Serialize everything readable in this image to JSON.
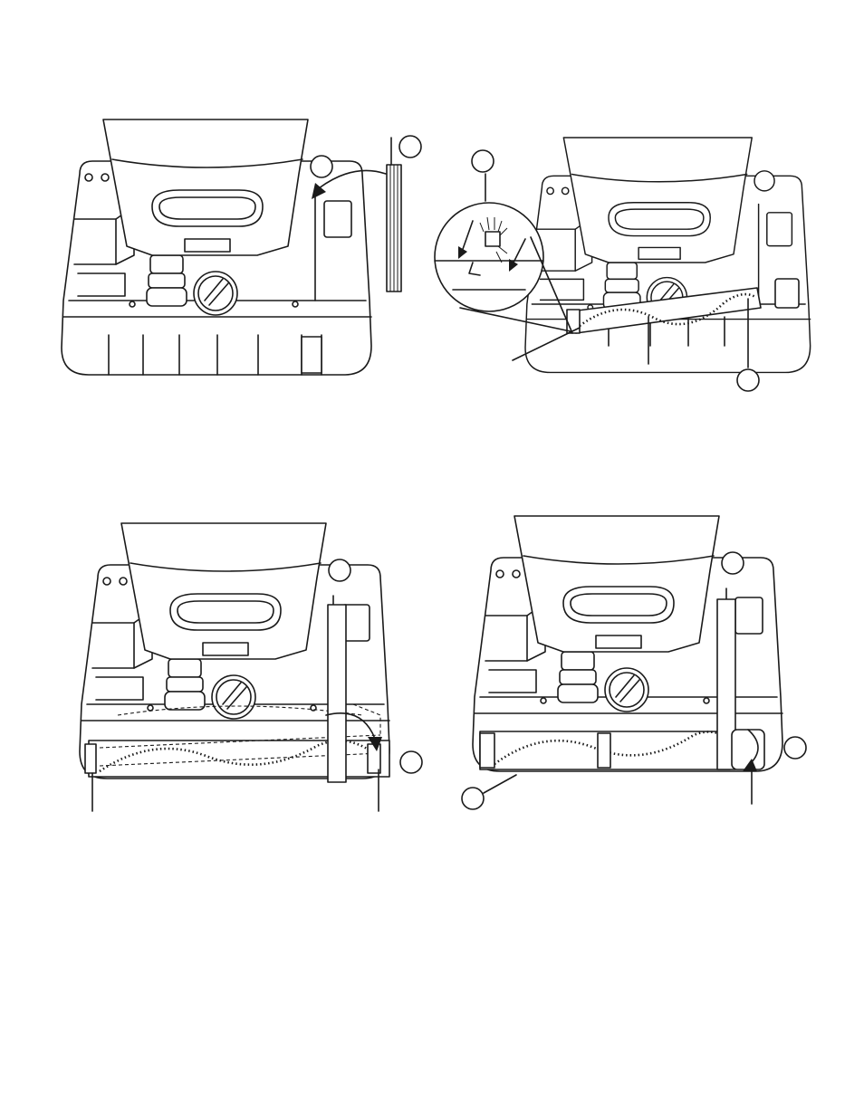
{
  "figure": {
    "panels": [
      {
        "id": "panel-1",
        "callouts": [
          ""
        ]
      },
      {
        "id": "panel-2",
        "callouts": [
          "",
          ""
        ]
      },
      {
        "id": "panel-3",
        "callouts": [
          ""
        ]
      },
      {
        "id": "panel-4",
        "callouts": [
          "",
          ""
        ]
      }
    ],
    "icons": [
      "belt-arrow-icon",
      "brushroll-detail-icon",
      "rotation-arrow-icon"
    ]
  }
}
